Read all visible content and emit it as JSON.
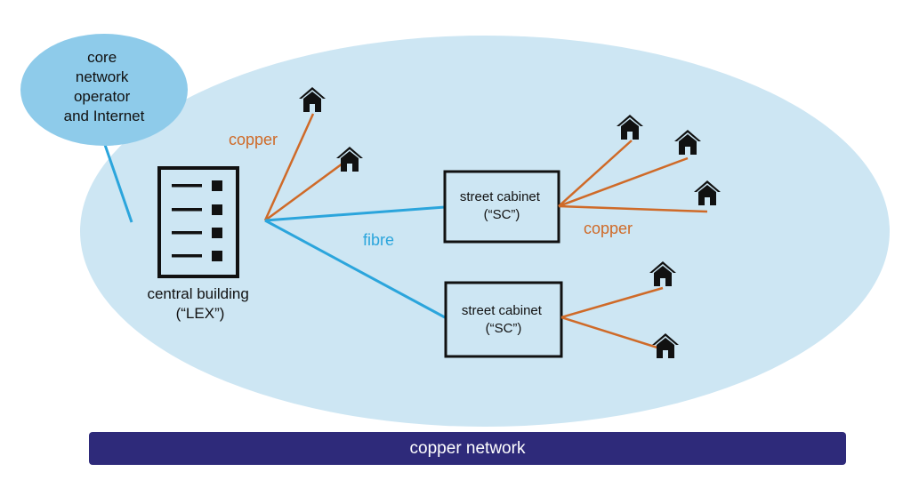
{
  "core_network": {
    "line1": "core",
    "line2": "network",
    "line3": "operator",
    "line4": "and Internet"
  },
  "central_building": {
    "line1": "central building",
    "line2": "(“LEX”)"
  },
  "cabinet_top": {
    "line1": "street cabinet",
    "line2": "(“SC”)"
  },
  "cabinet_bottom": {
    "line1": "street cabinet",
    "line2": "(“SC”)"
  },
  "links": {
    "copper_left": "copper",
    "copper_right": "copper",
    "fibre": "fibre"
  },
  "banner": {
    "label": "copper network"
  },
  "icons": {
    "house": "house-icon",
    "building": "building-icon"
  },
  "colors": {
    "area_fill": "#cde6f3",
    "bubble_fill": "#8ecbea",
    "copper": "#cf6a28",
    "fibre": "#2ba5dc",
    "banner": "#2e2a7a",
    "ink": "#111111"
  }
}
